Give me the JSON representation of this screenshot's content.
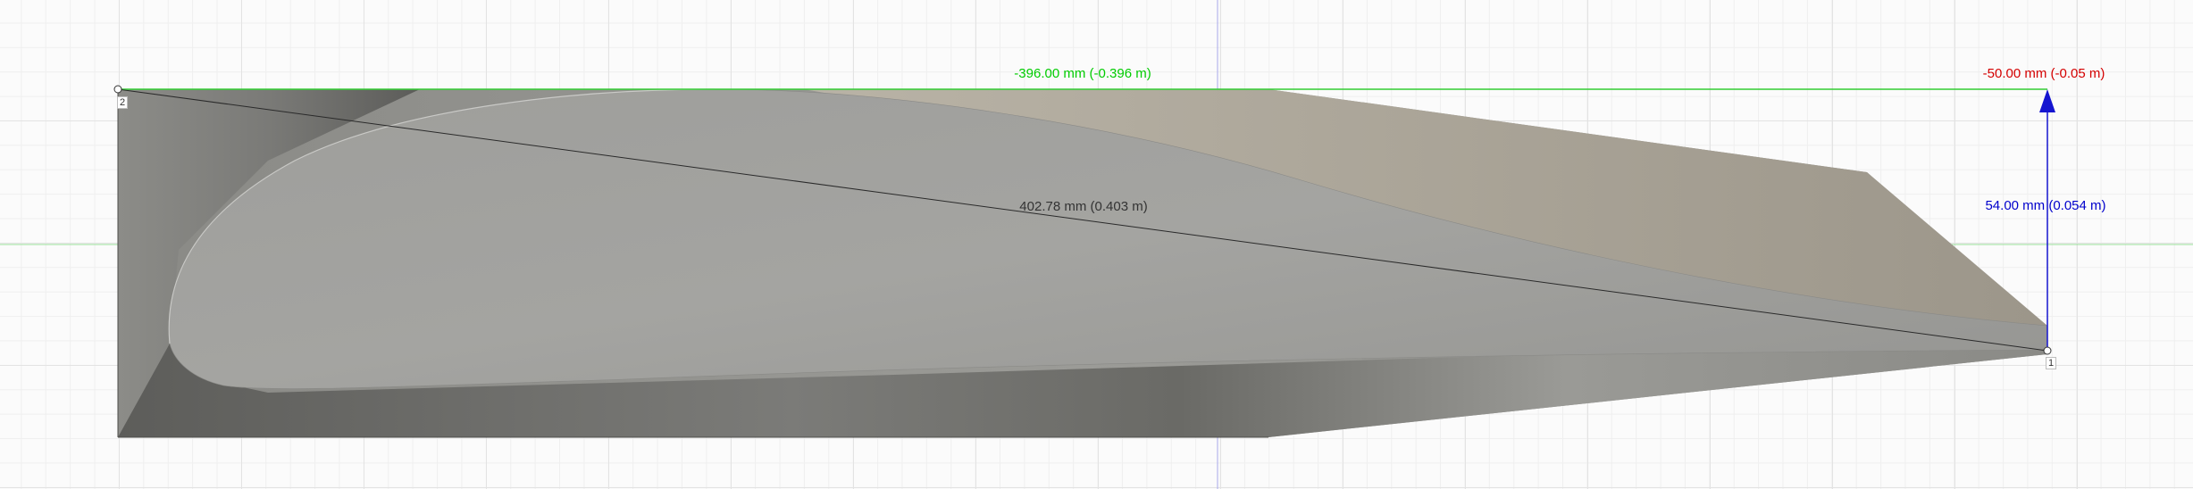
{
  "viewport": {
    "background": "#fbfbfb",
    "grid_major_color": "#e3e3e3",
    "grid_minor_color": "#efefef",
    "axis_colors": {
      "x": "#7ddc7d",
      "y": "#9b9be6"
    }
  },
  "model": {
    "face_light": "#a3a3a0",
    "face_dark": "#6b6b67",
    "face_top_tint": "#b0a895"
  },
  "measure": {
    "delta_x": {
      "text": "-396.00 mm (-0.396 m)",
      "color": "#00cc00"
    },
    "delta_z": {
      "text": "-50.00 mm (-0.05 m)",
      "color": "#d40000"
    },
    "delta_y": {
      "text": "54.00 mm (0.054 m)",
      "color": "#0000cc"
    },
    "distance": {
      "text": "402.78 mm (0.403 m)",
      "color": "#333333"
    },
    "points": [
      {
        "label": "2"
      },
      {
        "label": "1"
      }
    ]
  }
}
